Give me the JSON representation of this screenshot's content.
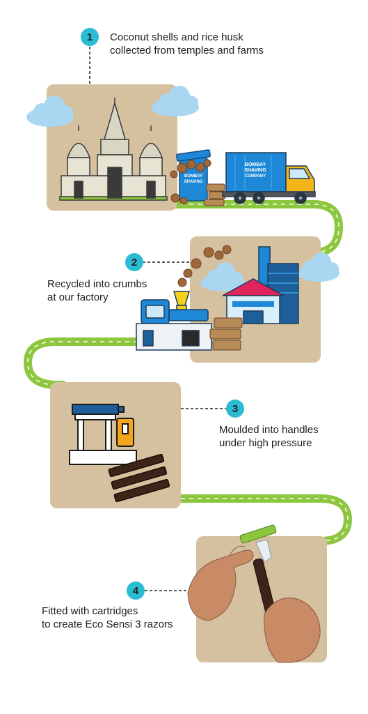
{
  "steps": [
    {
      "number": "1",
      "line1": "Coconut shells and rice husk",
      "line2": "collected from temples and farms"
    },
    {
      "number": "2",
      "line1": "Recycled into crumbs",
      "line2": "at our factory"
    },
    {
      "number": "3",
      "line1": "Moulded into handles",
      "line2": "under high pressure"
    },
    {
      "number": "4",
      "line1": "Fitted with cartridges",
      "line2": "to create Eco Sensi 3 razors"
    }
  ],
  "truck": {
    "brand_line1": "BOMBAY",
    "brand_line2": "SHAVING",
    "brand_line3": "COMPANY"
  },
  "bin": {
    "brand_line1": "BOMBAY",
    "brand_line2": "SHAVING"
  },
  "colors": {
    "accent": "#2bbcd4",
    "road": "#8dc63f",
    "panel": "#d5c19f",
    "truck_body": "#1e88d6",
    "truck_cab": "#f3b51b",
    "cloud": "#a9d7f2"
  },
  "icons": [
    "temple-icon",
    "cloud-icon",
    "truck-icon",
    "bin-icon",
    "factory-icon",
    "grinder-icon",
    "press-icon",
    "handle-icon",
    "razor-icon"
  ]
}
